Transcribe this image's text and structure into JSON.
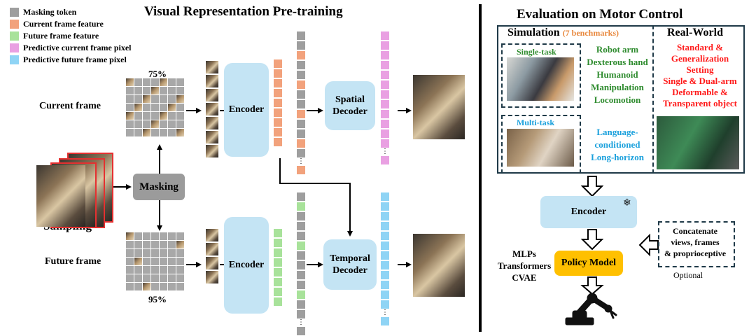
{
  "title_left": "Visual Representation Pre-training",
  "title_right": "Evaluation on Motor Control",
  "legend": [
    {
      "label": "Masking token",
      "color": "#9e9e9e"
    },
    {
      "label": "Current frame feature",
      "color": "#f2a27c"
    },
    {
      "label": "Future frame feature",
      "color": "#a8e29a"
    },
    {
      "label": "Predictive current frame pixel",
      "color": "#e9a0e2"
    },
    {
      "label": "Predictive future frame pixel",
      "color": "#8fd4f5"
    }
  ],
  "pretrain": {
    "current_frame": "Current frame",
    "future_frame": "Future frame",
    "mask_current": "75%",
    "mask_future": "95%",
    "masking": "Masking",
    "sampling": "Sampling",
    "encoder": "Encoder",
    "spatial_decoder": "Spatial Decoder",
    "temporal_decoder": "Temporal Decoder",
    "ellipsis": "⋮"
  },
  "eval": {
    "simulation": "Simulation",
    "benchmarks": "(7 benchmarks)",
    "real_world": "Real-World",
    "single_task": "Single-task",
    "multi_task": "Multi-task",
    "single_items": [
      "Robot arm",
      "Dexterous hand",
      "Humanoid",
      "Manipulation",
      "Locomotion"
    ],
    "multi_items": [
      "Language-",
      "conditioned",
      "Long-horizon"
    ],
    "real_items": [
      "Standard &",
      "Generalization",
      "Setting",
      "Single & Dual-arm",
      "Deformable &",
      "Transparent object"
    ],
    "encoder": "Encoder",
    "snowflake": "❄",
    "policy_model": "Policy Model",
    "policy_types": [
      "MLPs",
      "Transformers",
      "CVAE"
    ],
    "concat": [
      "Concatenate",
      "views, frames",
      "& proprioceptive"
    ],
    "optional": "Optional"
  }
}
